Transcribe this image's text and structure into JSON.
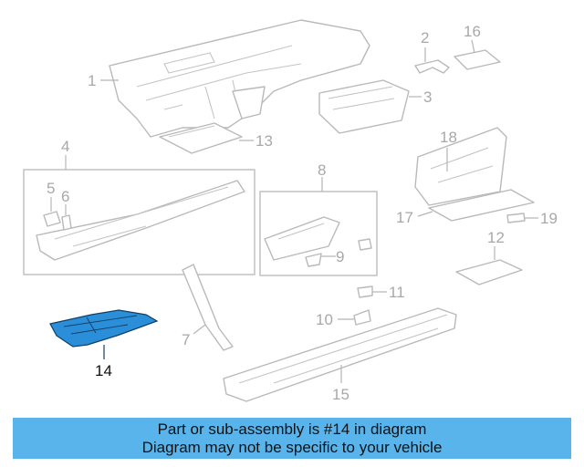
{
  "diagram": {
    "callouts": [
      "1",
      "2",
      "3",
      "4",
      "5",
      "6",
      "7",
      "8",
      "9",
      "10",
      "11",
      "12",
      "13",
      "14",
      "15",
      "16",
      "17",
      "18",
      "19"
    ],
    "highlighted_part": "14"
  },
  "banner": {
    "line1": "Part or sub-assembly is #14 in diagram",
    "line2": "Diagram may not be specific to your vehicle"
  },
  "colors": {
    "banner_bg": "#5ab4ec",
    "highlight": "#2a8fd8",
    "line_art": "#b9b9b9"
  }
}
